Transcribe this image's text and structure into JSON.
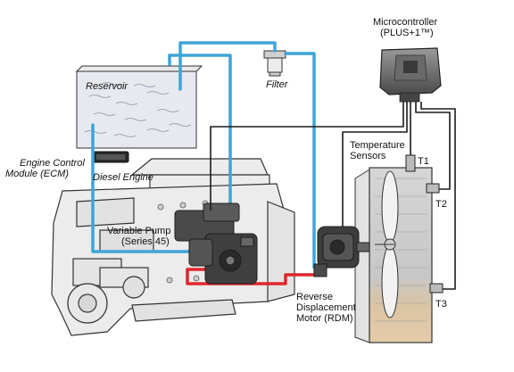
{
  "labels": {
    "reservoir": "Reservoir",
    "filter": "Filter",
    "microcontroller_line1": "Microcontroller",
    "microcontroller_line2": "(PLUS+1™)",
    "temperature_line1": "Temperature",
    "temperature_line2": "Sensors",
    "ecm_line1": "Engine Control",
    "ecm_line2": "Module (ECM)",
    "diesel_engine": "Diesel Engine",
    "pump_line1": "Variable Pump",
    "pump_line2": "(Series 45)",
    "motor_line1": "Reverse",
    "motor_line2": "Displacement",
    "motor_line3": "Motor (RDM)",
    "t1": "T1",
    "t2": "T2",
    "t3": "T3"
  },
  "colors": {
    "hydraulic_line": "#3ea4d8",
    "pressure_line": "#e0262b",
    "signal_wire": "#1a1a1a",
    "engine_fill": "#ececec",
    "engine_stroke": "#333333",
    "oil_fill": "#e6e8ee",
    "radiator_fill": "#c9c9c9",
    "radiator_warm": "#e3c9a8"
  }
}
